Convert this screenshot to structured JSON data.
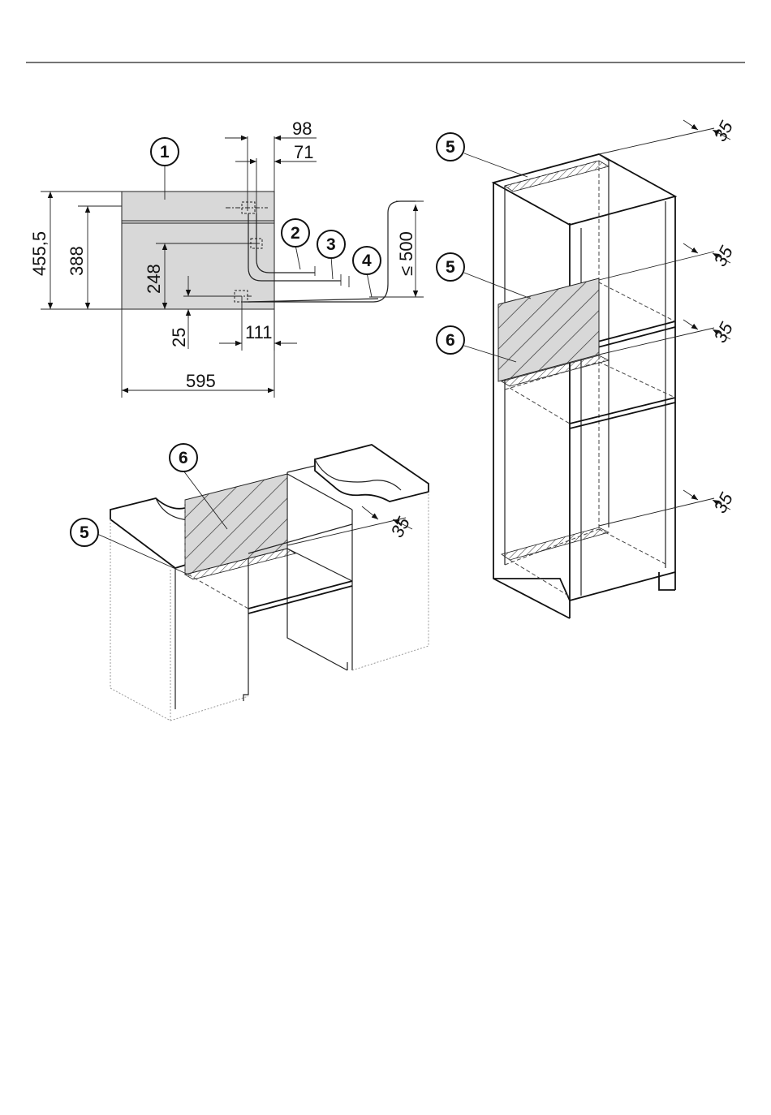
{
  "front_view": {
    "labels": {
      "width": "595",
      "height_total": "455,5",
      "height_inner": "388",
      "conn_height": "248",
      "conn_low": "25",
      "offset_98": "98",
      "offset_71": "71",
      "offset_111": "111",
      "max_length": "≤ 500"
    },
    "callouts": [
      "1",
      "2",
      "3",
      "4"
    ],
    "fill_color": "#d8d8d8"
  },
  "tall_cabinet": {
    "callouts": [
      "5",
      "5",
      "6"
    ],
    "vent_depths": [
      "35",
      "35",
      "35",
      "35"
    ]
  },
  "base_cabinet": {
    "callouts": [
      "6",
      "5"
    ],
    "vent_depth": "35"
  }
}
